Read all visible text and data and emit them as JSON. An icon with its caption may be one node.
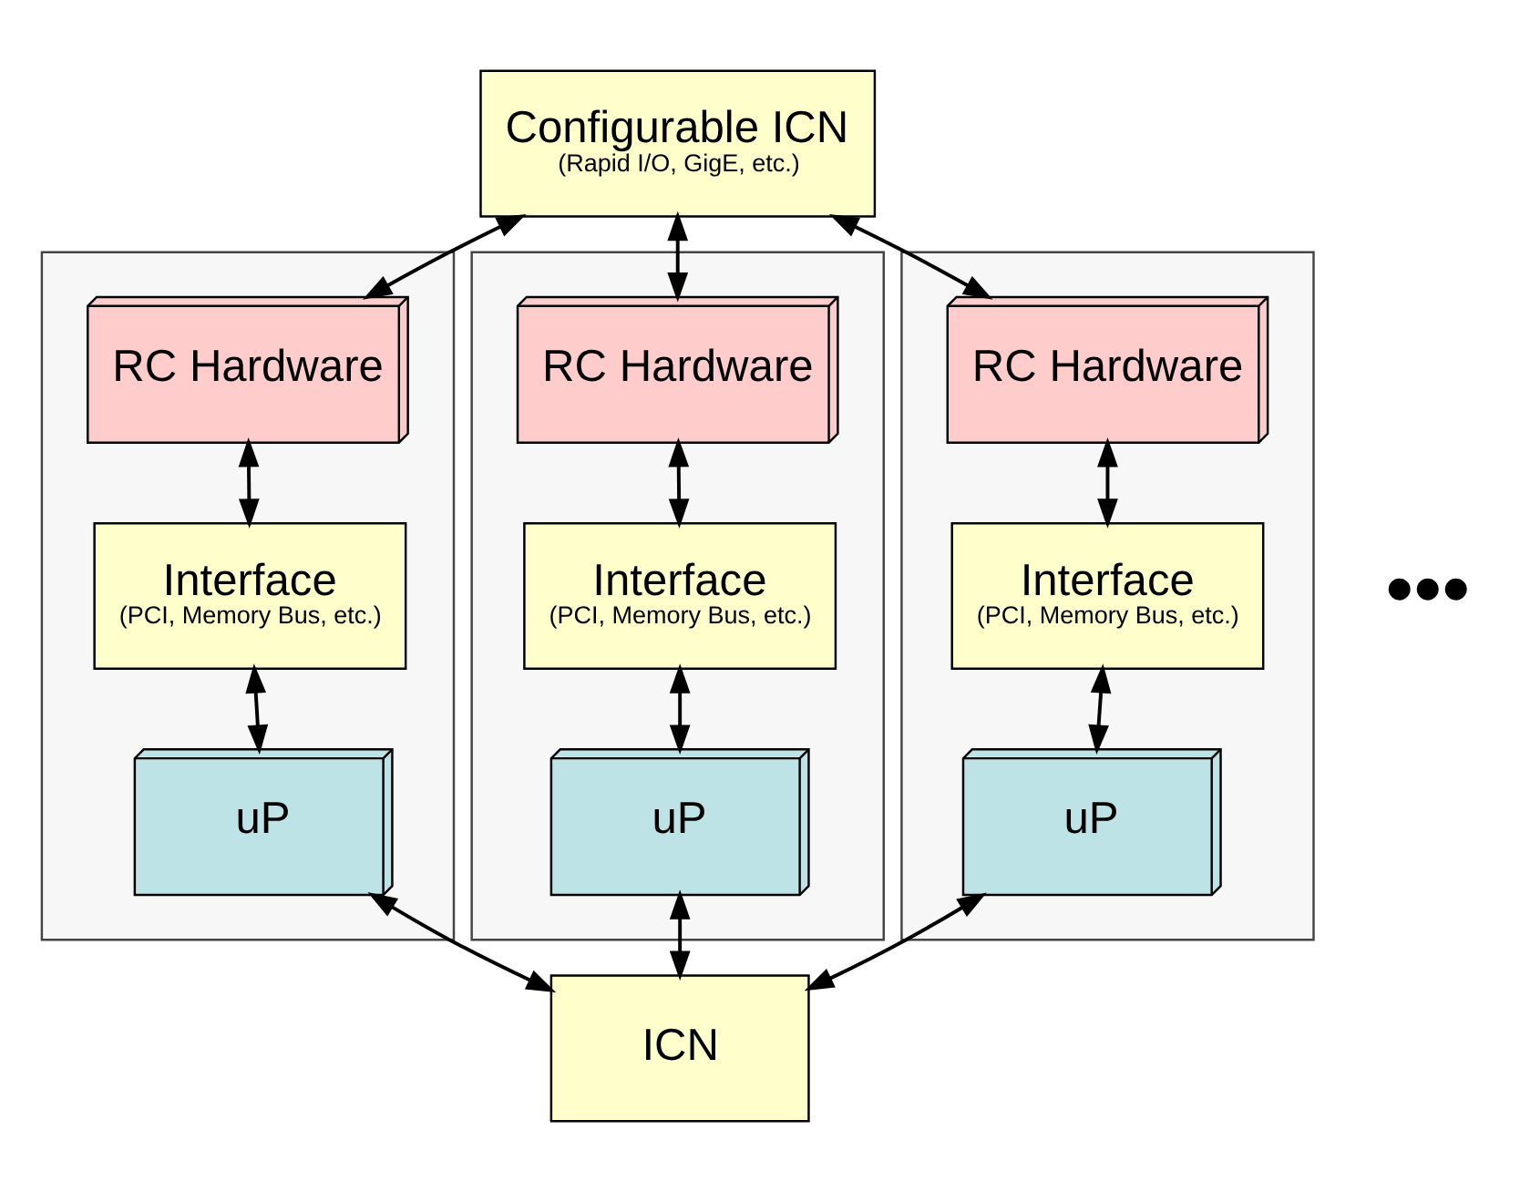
{
  "diagram": {
    "nodes": [
      {
        "text": [
          "Configurable ICN",
          "(Rapid I/O, GigE, etc.)"
        ]
      },
      {
        "text": [],
        "shape": "box"
      },
      {
        "text": [
          "RC Hardware"
        ],
        "in": 1
      },
      {
        "text": [
          "Interface",
          "(PCI, Memory Bus, etc.)"
        ],
        "in": 1
      },
      {
        "text": [
          "uP"
        ],
        "in": 1
      },
      {
        "text": [],
        "shape": "box"
      },
      {
        "text": [
          "RC Hardware"
        ],
        "in": 5
      },
      {
        "text": [
          "Interface",
          "(PCI, Memory Bus, etc.)"
        ],
        "in": 5
      },
      {
        "text": [
          "uP"
        ],
        "in": 5
      },
      {
        "text": [],
        "shape": "box"
      },
      {
        "text": [
          "RC Hardware"
        ],
        "in": 9
      },
      {
        "text": [
          "Interface",
          "(PCI, Memory Bus, etc.)"
        ],
        "in": 9
      },
      {
        "text": [
          "uP"
        ],
        "in": 9
      },
      {
        "text": [
          "ICN"
        ]
      }
    ],
    "edges": [
      {
        "from": 0,
        "to": 2,
        "arrow": "both"
      },
      {
        "from": 0,
        "to": 6,
        "arrow": "both"
      },
      {
        "from": 0,
        "to": 10,
        "arrow": "both"
      },
      {
        "from": 2,
        "to": 3,
        "arrow": "both"
      },
      {
        "from": 3,
        "to": 4,
        "arrow": "both"
      },
      {
        "from": 6,
        "to": 7,
        "arrow": "both"
      },
      {
        "from": 7,
        "to": 8,
        "arrow": "both"
      },
      {
        "from": 10,
        "to": 11,
        "arrow": "both"
      },
      {
        "from": 11,
        "to": 12,
        "arrow": "both"
      },
      {
        "from": 4,
        "to": 13,
        "arrow": "both"
      },
      {
        "from": 8,
        "to": 13,
        "arrow": "both"
      },
      {
        "from": 12,
        "to": 13,
        "arrow": "both"
      }
    ],
    "labels": [
      "•••"
    ]
  }
}
